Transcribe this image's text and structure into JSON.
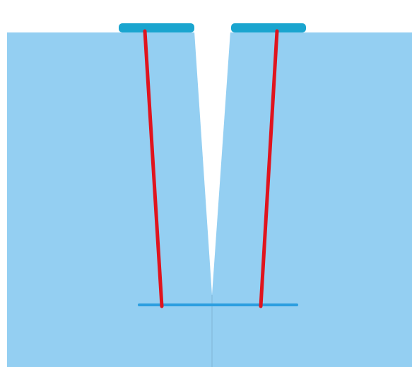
{
  "diagram": {
    "colors": {
      "background": "#ffffff",
      "material": "#94cff2",
      "crack": "#ffffff",
      "surface_plate": "#1aa5cf",
      "strut": "#e0141e",
      "base_line": "#2b9ee0",
      "center_line": "#7fb6d6"
    },
    "components": [
      "material-block",
      "v-notch-crack",
      "left-surface-plate",
      "right-surface-plate",
      "left-strut",
      "right-strut",
      "base-line",
      "center-line"
    ]
  }
}
